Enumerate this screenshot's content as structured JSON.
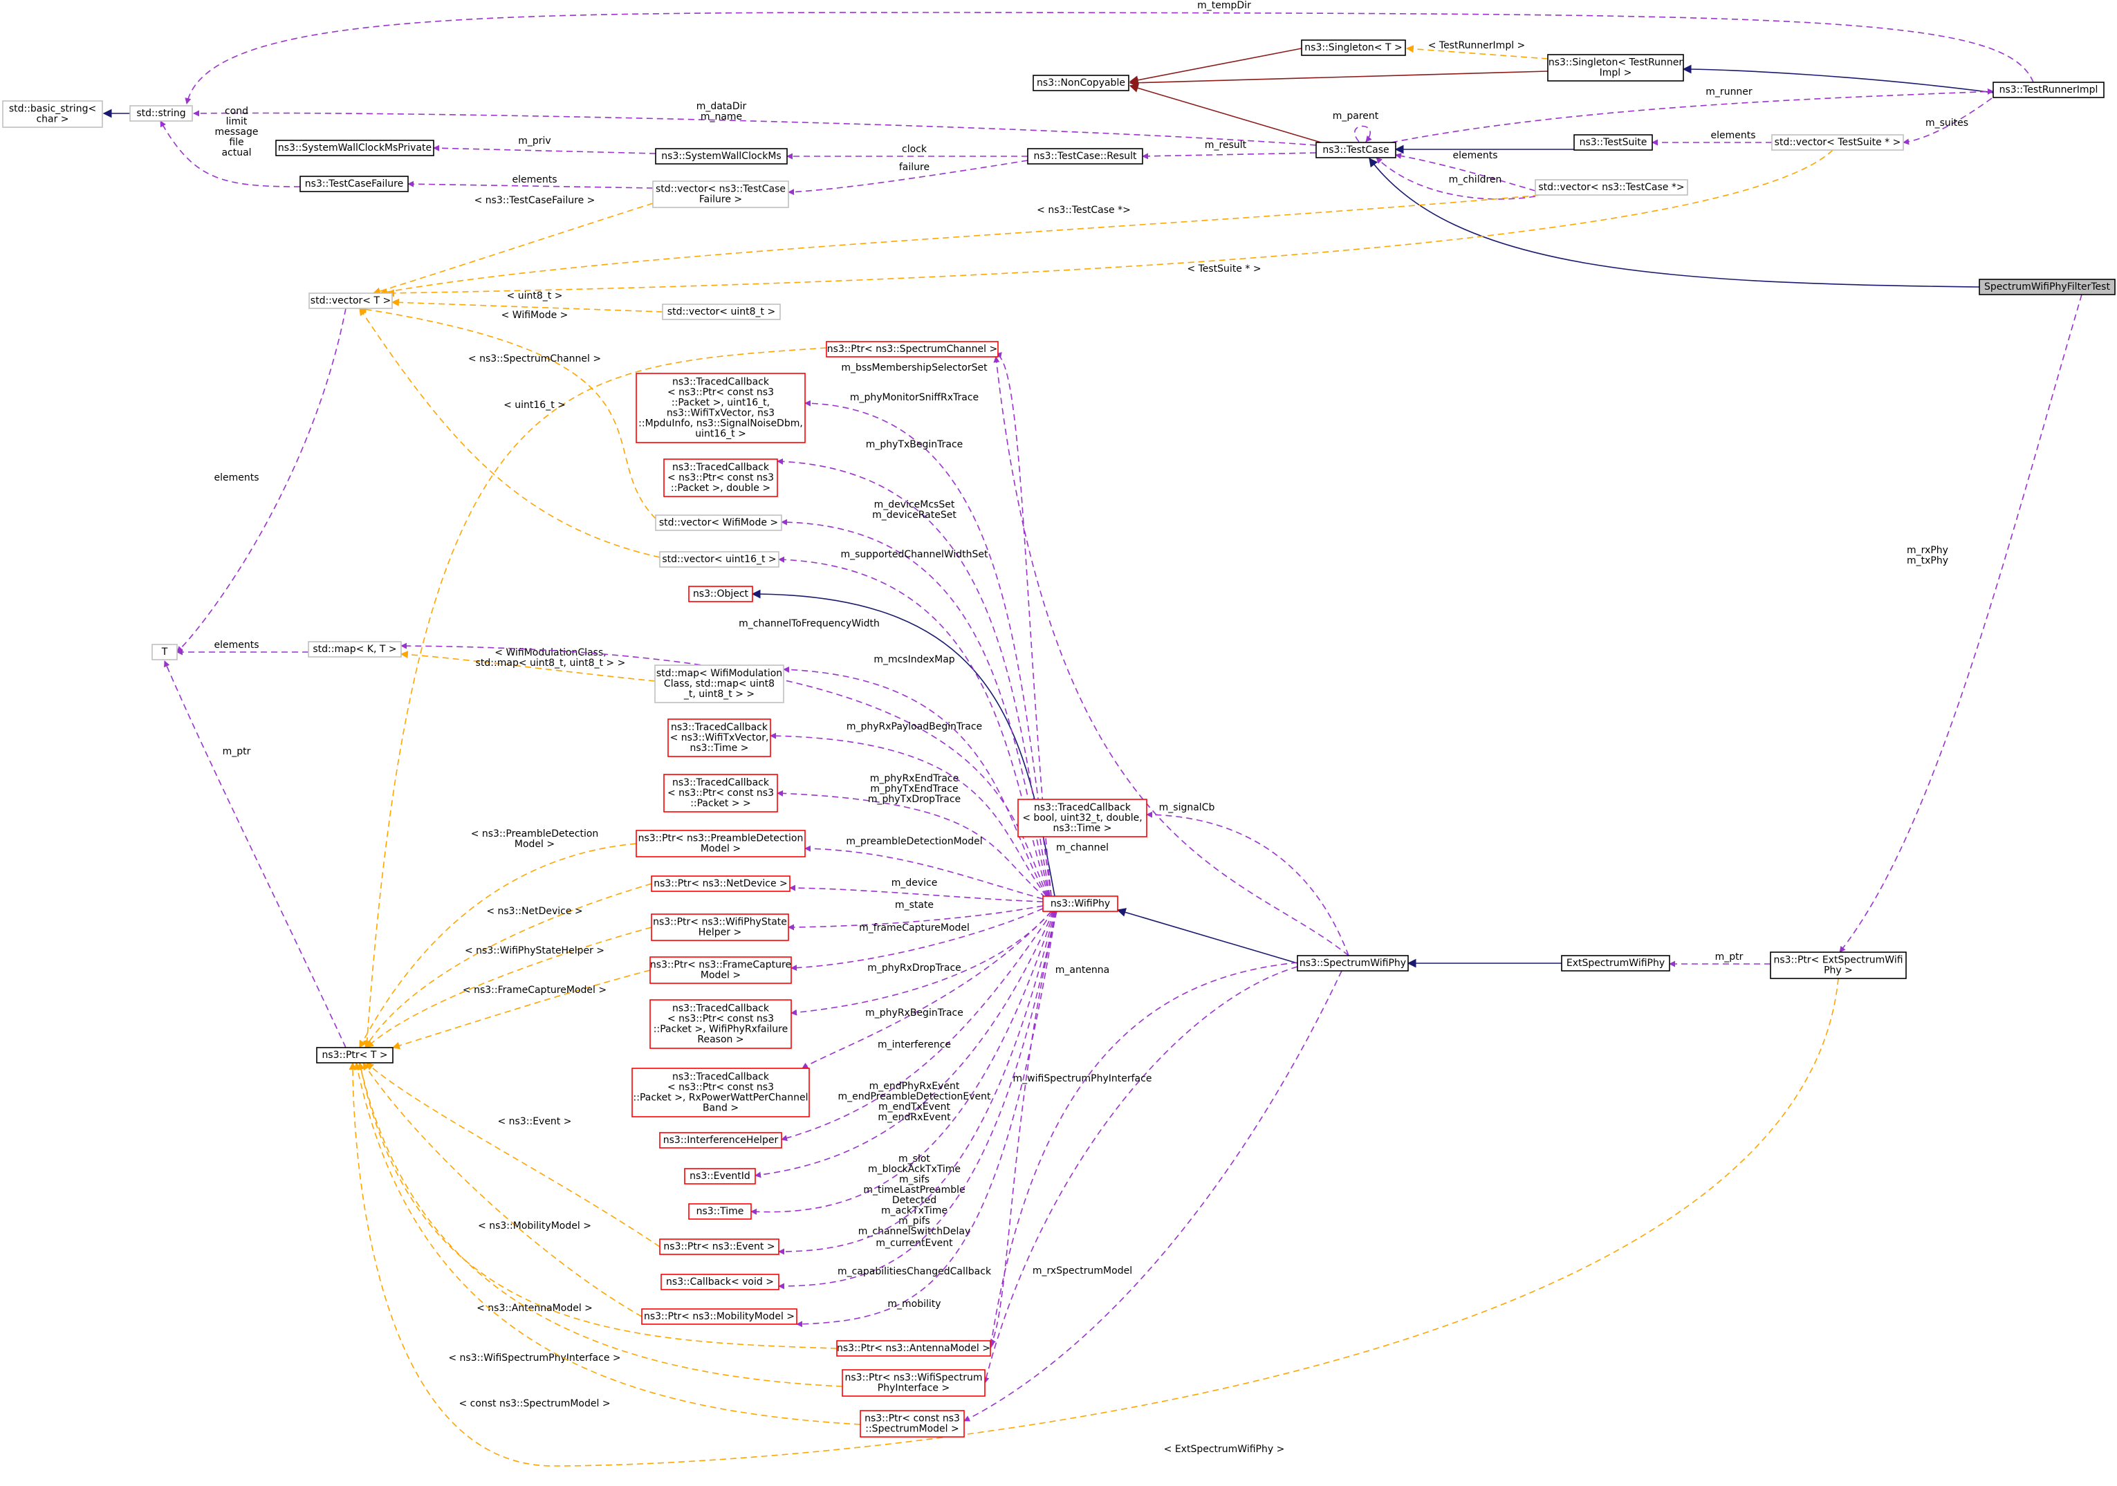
{
  "colors": {
    "usage": "#9a32cd",
    "template": "#ffa500",
    "inherit": "#191970",
    "private": "#8b1a1a",
    "red_box": "#ff0000",
    "gray_box": "#bfbfbf"
  },
  "nodes": {
    "basic_string": [
      "std::basic_string<",
      "char >"
    ],
    "string": [
      "std::string"
    ],
    "noncopyable": [
      "ns3::NonCopyable"
    ],
    "singleton_t": [
      "ns3::Singleton< T >"
    ],
    "singleton_tri": [
      "ns3::Singleton< TestRunner",
      "Impl >"
    ],
    "testrunnerimpl": [
      "ns3::TestRunnerImpl"
    ],
    "testcase": [
      "ns3::TestCase"
    ],
    "testsuite": [
      "ns3::TestSuite"
    ],
    "vec_testsuite": [
      "std::vector< TestSuite * >"
    ],
    "vec_testcase": [
      "std::vector< ns3::TestCase *>"
    ],
    "result": [
      "ns3::TestCase::Result"
    ],
    "swcm": [
      "ns3::SystemWallClockMs"
    ],
    "swcmp": [
      "ns3::SystemWallClockMsPrivate"
    ],
    "tcf": [
      "ns3::TestCaseFailure"
    ],
    "vec_tcf": [
      "std::vector< ns3::TestCase",
      "Failure >"
    ],
    "focus": [
      "SpectrumWifiPhyFilterTest"
    ],
    "vec_t": [
      "std::vector< T >"
    ],
    "vec_u8": [
      "std::vector< uint8_t >"
    ],
    "ptr_chan": [
      "ns3::Ptr< ns3::SpectrumChannel >"
    ],
    "tc_monitor": [
      "ns3::TracedCallback",
      "< ns3::Ptr< const ns3",
      "::Packet >, uint16_t,",
      " ns3::WifiTxVector, ns3",
      "::MpduInfo, ns3::SignalNoiseDbm,",
      " uint16_t >"
    ],
    "tc_txbegin": [
      "ns3::TracedCallback",
      "< ns3::Ptr< const ns3",
      "::Packet >, double >"
    ],
    "vec_mode": [
      "std::vector< WifiMode >"
    ],
    "vec_u16": [
      "std::vector< uint16_t >"
    ],
    "object": [
      "ns3::Object"
    ],
    "T": [
      "T"
    ],
    "map_kt": [
      "std::map< K, T >"
    ],
    "map_mod": [
      "std::map< WifiModulation",
      "Class, std::map< uint8",
      "_t, uint8_t > >"
    ],
    "tc_payload": [
      "ns3::TracedCallback",
      "< ns3::WifiTxVector,",
      " ns3::Time >"
    ],
    "tc_pkt": [
      "ns3::TracedCallback",
      "< ns3::Ptr< const ns3",
      "::Packet > >"
    ],
    "tc_signal": [
      "ns3::TracedCallback",
      "< bool, uint32_t, double,",
      " ns3::Time >"
    ],
    "ptr_pd": [
      "ns3::Ptr< ns3::PreambleDetection",
      "Model >"
    ],
    "ptr_nd": [
      "ns3::Ptr< ns3::NetDevice >"
    ],
    "ptr_state": [
      "ns3::Ptr< ns3::WifiPhyState",
      "Helper >"
    ],
    "ptr_fc": [
      "ns3::Ptr< ns3::FrameCapture",
      "Model >"
    ],
    "wifiphy": [
      "ns3::WifiPhy"
    ],
    "spectrumwifiphy": [
      "ns3::SpectrumWifiPhy"
    ],
    "extspectrum": [
      "ExtSpectrumWifiPhy"
    ],
    "ptr_ext": [
      "ns3::Ptr< ExtSpectrumWifi",
      "Phy >"
    ],
    "ptr_t": [
      "ns3::Ptr< T >"
    ],
    "tc_rxdrop": [
      "ns3::TracedCallback",
      "< ns3::Ptr< const ns3",
      "::Packet >, WifiPhyRxfailure",
      "Reason >"
    ],
    "tc_rxbegin": [
      "ns3::TracedCallback",
      "< ns3::Ptr< const ns3",
      "::Packet >, RxPowerWattPerChannel",
      "Band >"
    ],
    "interference": [
      "ns3::InterferenceHelper"
    ],
    "eventid": [
      "ns3::EventId"
    ],
    "time": [
      "ns3::Time"
    ],
    "ptr_event": [
      "ns3::Ptr< ns3::Event >"
    ],
    "callback": [
      "ns3::Callback< void >"
    ],
    "ptr_mob": [
      "ns3::Ptr< ns3::MobilityModel >"
    ],
    "ptr_ant": [
      "ns3::Ptr< ns3::AntennaModel >"
    ],
    "ptr_wspi": [
      "ns3::Ptr< ns3::WifiSpectrum",
      "PhyInterface >"
    ],
    "ptr_sm": [
      "ns3::Ptr< const ns3",
      "::SpectrumModel >"
    ]
  },
  "edge_labels": {
    "m_tempDir": [
      "m_tempDir"
    ],
    "testrunnerimpl_tpl": [
      "< TestRunnerImpl >"
    ],
    "m_runner": [
      "m_runner"
    ],
    "m_parent": [
      "m_parent"
    ],
    "m_dataDir": [
      "m_dataDir",
      "m_name"
    ],
    "m_suites": [
      "m_suites"
    ],
    "elements_suite": [
      "elements"
    ],
    "m_result": [
      "m_result"
    ],
    "clock": [
      "clock"
    ],
    "failure": [
      "failure"
    ],
    "m_priv": [
      "m_priv"
    ],
    "cond": [
      "cond",
      "limit",
      "message",
      "file",
      "actual"
    ],
    "elements_tcf": [
      "elements"
    ],
    "elements_tc": [
      "elements"
    ],
    "m_children": [
      "m_children"
    ],
    "tpl_tcf": [
      "< ns3::TestCaseFailure >"
    ],
    "tpl_tcptr": [
      "< ns3::TestCase *>"
    ],
    "tpl_suite": [
      "< TestSuite * >"
    ],
    "tpl_u8": [
      "< uint8_t >"
    ],
    "tpl_mode": [
      "< WifiMode >"
    ],
    "tpl_chan": [
      "< ns3::SpectrumChannel >"
    ],
    "tpl_u16": [
      "< uint16_t >"
    ],
    "elements_vec": [
      "elements"
    ],
    "elements_map": [
      "elements"
    ],
    "tpl_map": [
      "< WifiModulationClass,",
      "std::map< uint8_t, uint8_t > >"
    ],
    "m_ptr_left": [
      "m_ptr"
    ],
    "m_bss": [
      "m_bssMembershipSelectorSet"
    ],
    "m_monitor": [
      "m_phyMonitorSniffRxTrace"
    ],
    "m_txbegin": [
      "m_phyTxBeginTrace"
    ],
    "m_devicemcs": [
      "m_deviceMcsSet",
      "m_deviceRateSet"
    ],
    "m_supported": [
      "m_supportedChannelWidthSet"
    ],
    "m_chanfreq": [
      "m_channelToFrequencyWidth"
    ],
    "m_mcsindex": [
      "m_mcsIndexMap"
    ],
    "m_payload": [
      "m_phyRxPayloadBeginTrace"
    ],
    "m_rxend": [
      "m_phyRxEndTrace",
      "m_phyTxEndTrace",
      "m_phyTxDropTrace"
    ],
    "m_signalcb": [
      "m_signalCb"
    ],
    "m_channel": [
      "m_channel"
    ],
    "m_pd": [
      "m_preambleDetectionModel"
    ],
    "m_device": [
      "m_device"
    ],
    "m_state": [
      "m_state"
    ],
    "m_fc": [
      "m_frameCaptureModel"
    ],
    "m_rxdrop": [
      "m_phyRxDropTrace"
    ],
    "m_antenna_lbl": [
      "m_antenna"
    ],
    "m_rxbegin": [
      "m_phyRxBeginTrace"
    ],
    "m_interference": [
      "m_interference"
    ],
    "m_wspi_lbl": [
      "m_wifiSpectrumPhyInterface"
    ],
    "m_events": [
      "m_endPhyRxEvent",
      "m_endPreambleDetectionEvent",
      "m_endTxEvent",
      "m_endRxEvent"
    ],
    "m_times": [
      "m_slot",
      "m_blockAckTxTime",
      "m_sifs",
      "m_timeLastPreamble",
      "Detected",
      "m_ackTxTime",
      "m_pifs",
      "m_channelSwitchDelay"
    ],
    "m_currentevent": [
      "m_currentEvent"
    ],
    "m_capab": [
      "m_capabilitiesChangedCallback"
    ],
    "m_mobility": [
      "m_mobility"
    ],
    "m_rxsm": [
      "m_rxSpectrumModel"
    ],
    "m_ptr_ext": [
      "m_ptr"
    ],
    "m_rxphy": [
      "m_rxPhy",
      "m_txPhy"
    ],
    "tpl_pd": [
      "< ns3::PreambleDetection",
      "Model >"
    ],
    "tpl_nd": [
      "< ns3::NetDevice >"
    ],
    "tpl_state": [
      "< ns3::WifiPhyStateHelper >"
    ],
    "tpl_fc": [
      "< ns3::FrameCaptureModel >"
    ],
    "tpl_event": [
      "< ns3::Event >"
    ],
    "tpl_mob": [
      "< ns3::MobilityModel >"
    ],
    "tpl_ant": [
      "< ns3::AntennaModel >"
    ],
    "tpl_wspi": [
      "< ns3::WifiSpectrumPhyInterface >"
    ],
    "tpl_sm": [
      "< const ns3::SpectrumModel >"
    ],
    "tpl_ext": [
      "< ExtSpectrumWifiPhy >"
    ]
  }
}
